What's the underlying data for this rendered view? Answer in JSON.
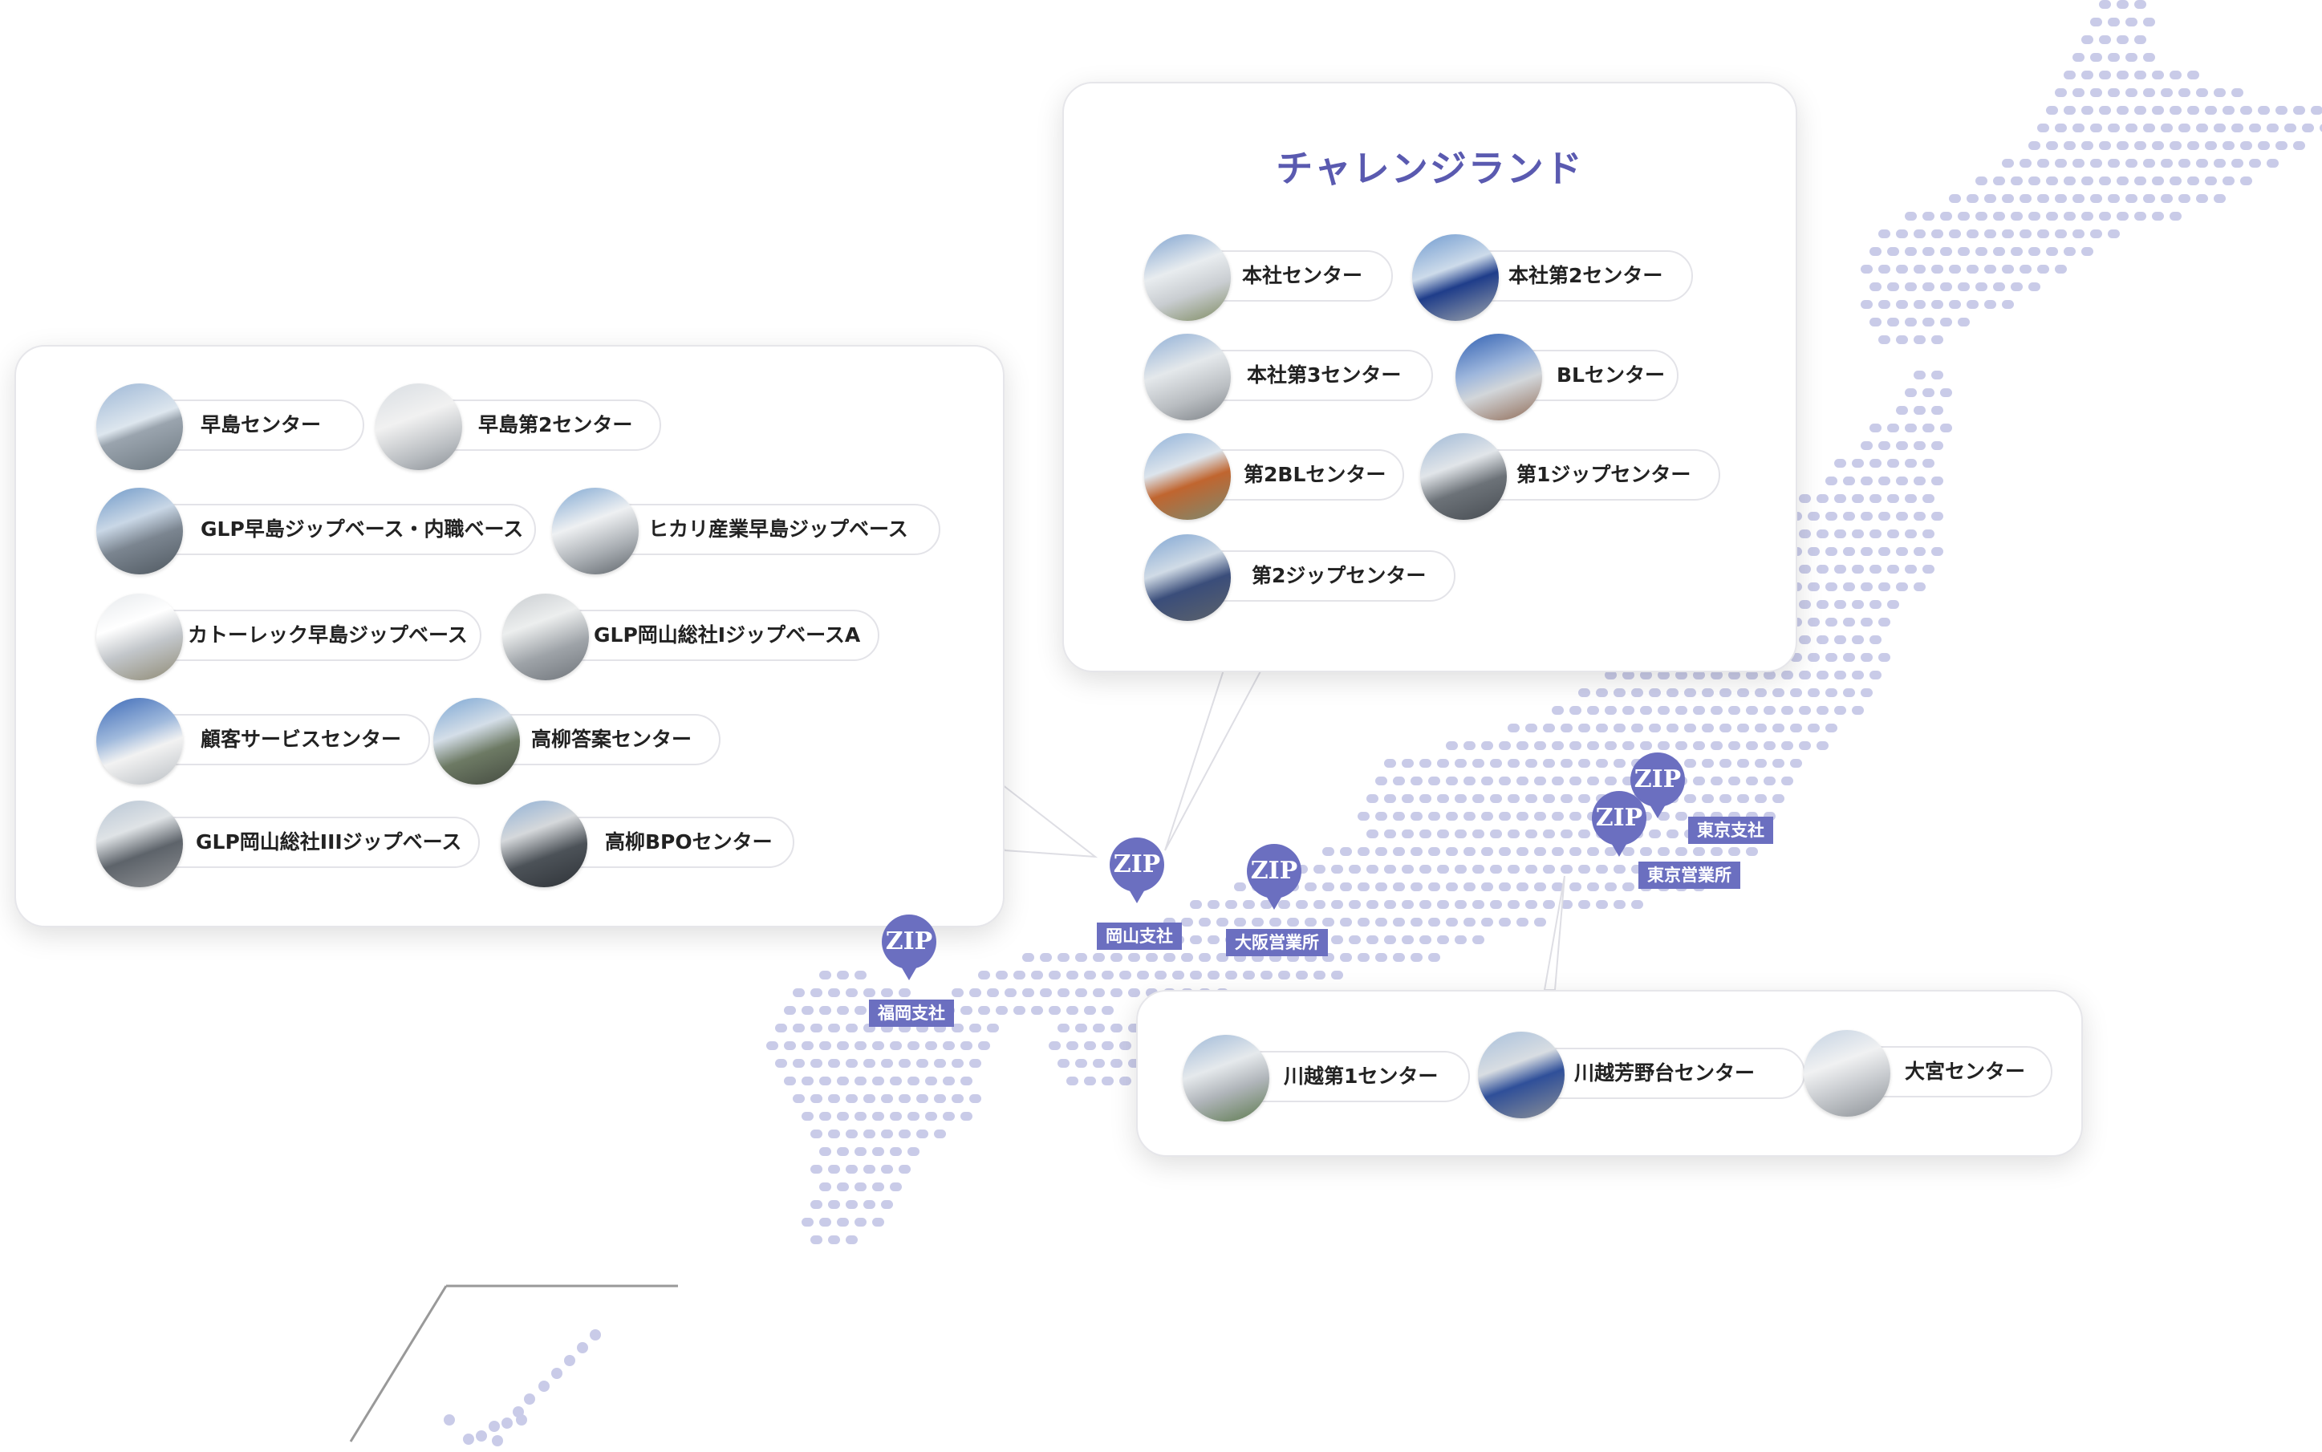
{
  "map": {
    "region": "Japan",
    "dot_color": "#c9cbe8",
    "accent_color": "#6b6fc0"
  },
  "panels": {
    "challenge_land": {
      "title": "チャレンジランド",
      "centers": [
        "本社センター",
        "本社第2センター",
        "本社第3センター",
        "BLセンター",
        "第2BLセンター",
        "第1ジップセンター",
        "第2ジップセンター"
      ]
    },
    "okayama": {
      "centers": [
        "早島センター",
        "早島第2センター",
        "GLP早島ジップベース・内職ベース",
        "ヒカリ産業早島ジップベース",
        "カトーレック早島ジップベース",
        "GLP岡山総社ⅠジップベースA",
        "顧客サービスセンター",
        "高柳答案センター",
        "GLP岡山総社IIIジップベース",
        "高柳BPOセンター"
      ]
    },
    "kanto": {
      "centers": [
        "川越第1センター",
        "川越芳野台センター",
        "大宮センター"
      ]
    }
  },
  "offices": [
    {
      "logo": "ZIP",
      "name": "福岡支社"
    },
    {
      "logo": "ZIP",
      "name": "岡山支社"
    },
    {
      "logo": "ZIP",
      "name": "大阪営業所"
    },
    {
      "logo": "ZIP",
      "name": "東京支社"
    },
    {
      "logo": "ZIP",
      "name": "東京営業所"
    }
  ]
}
